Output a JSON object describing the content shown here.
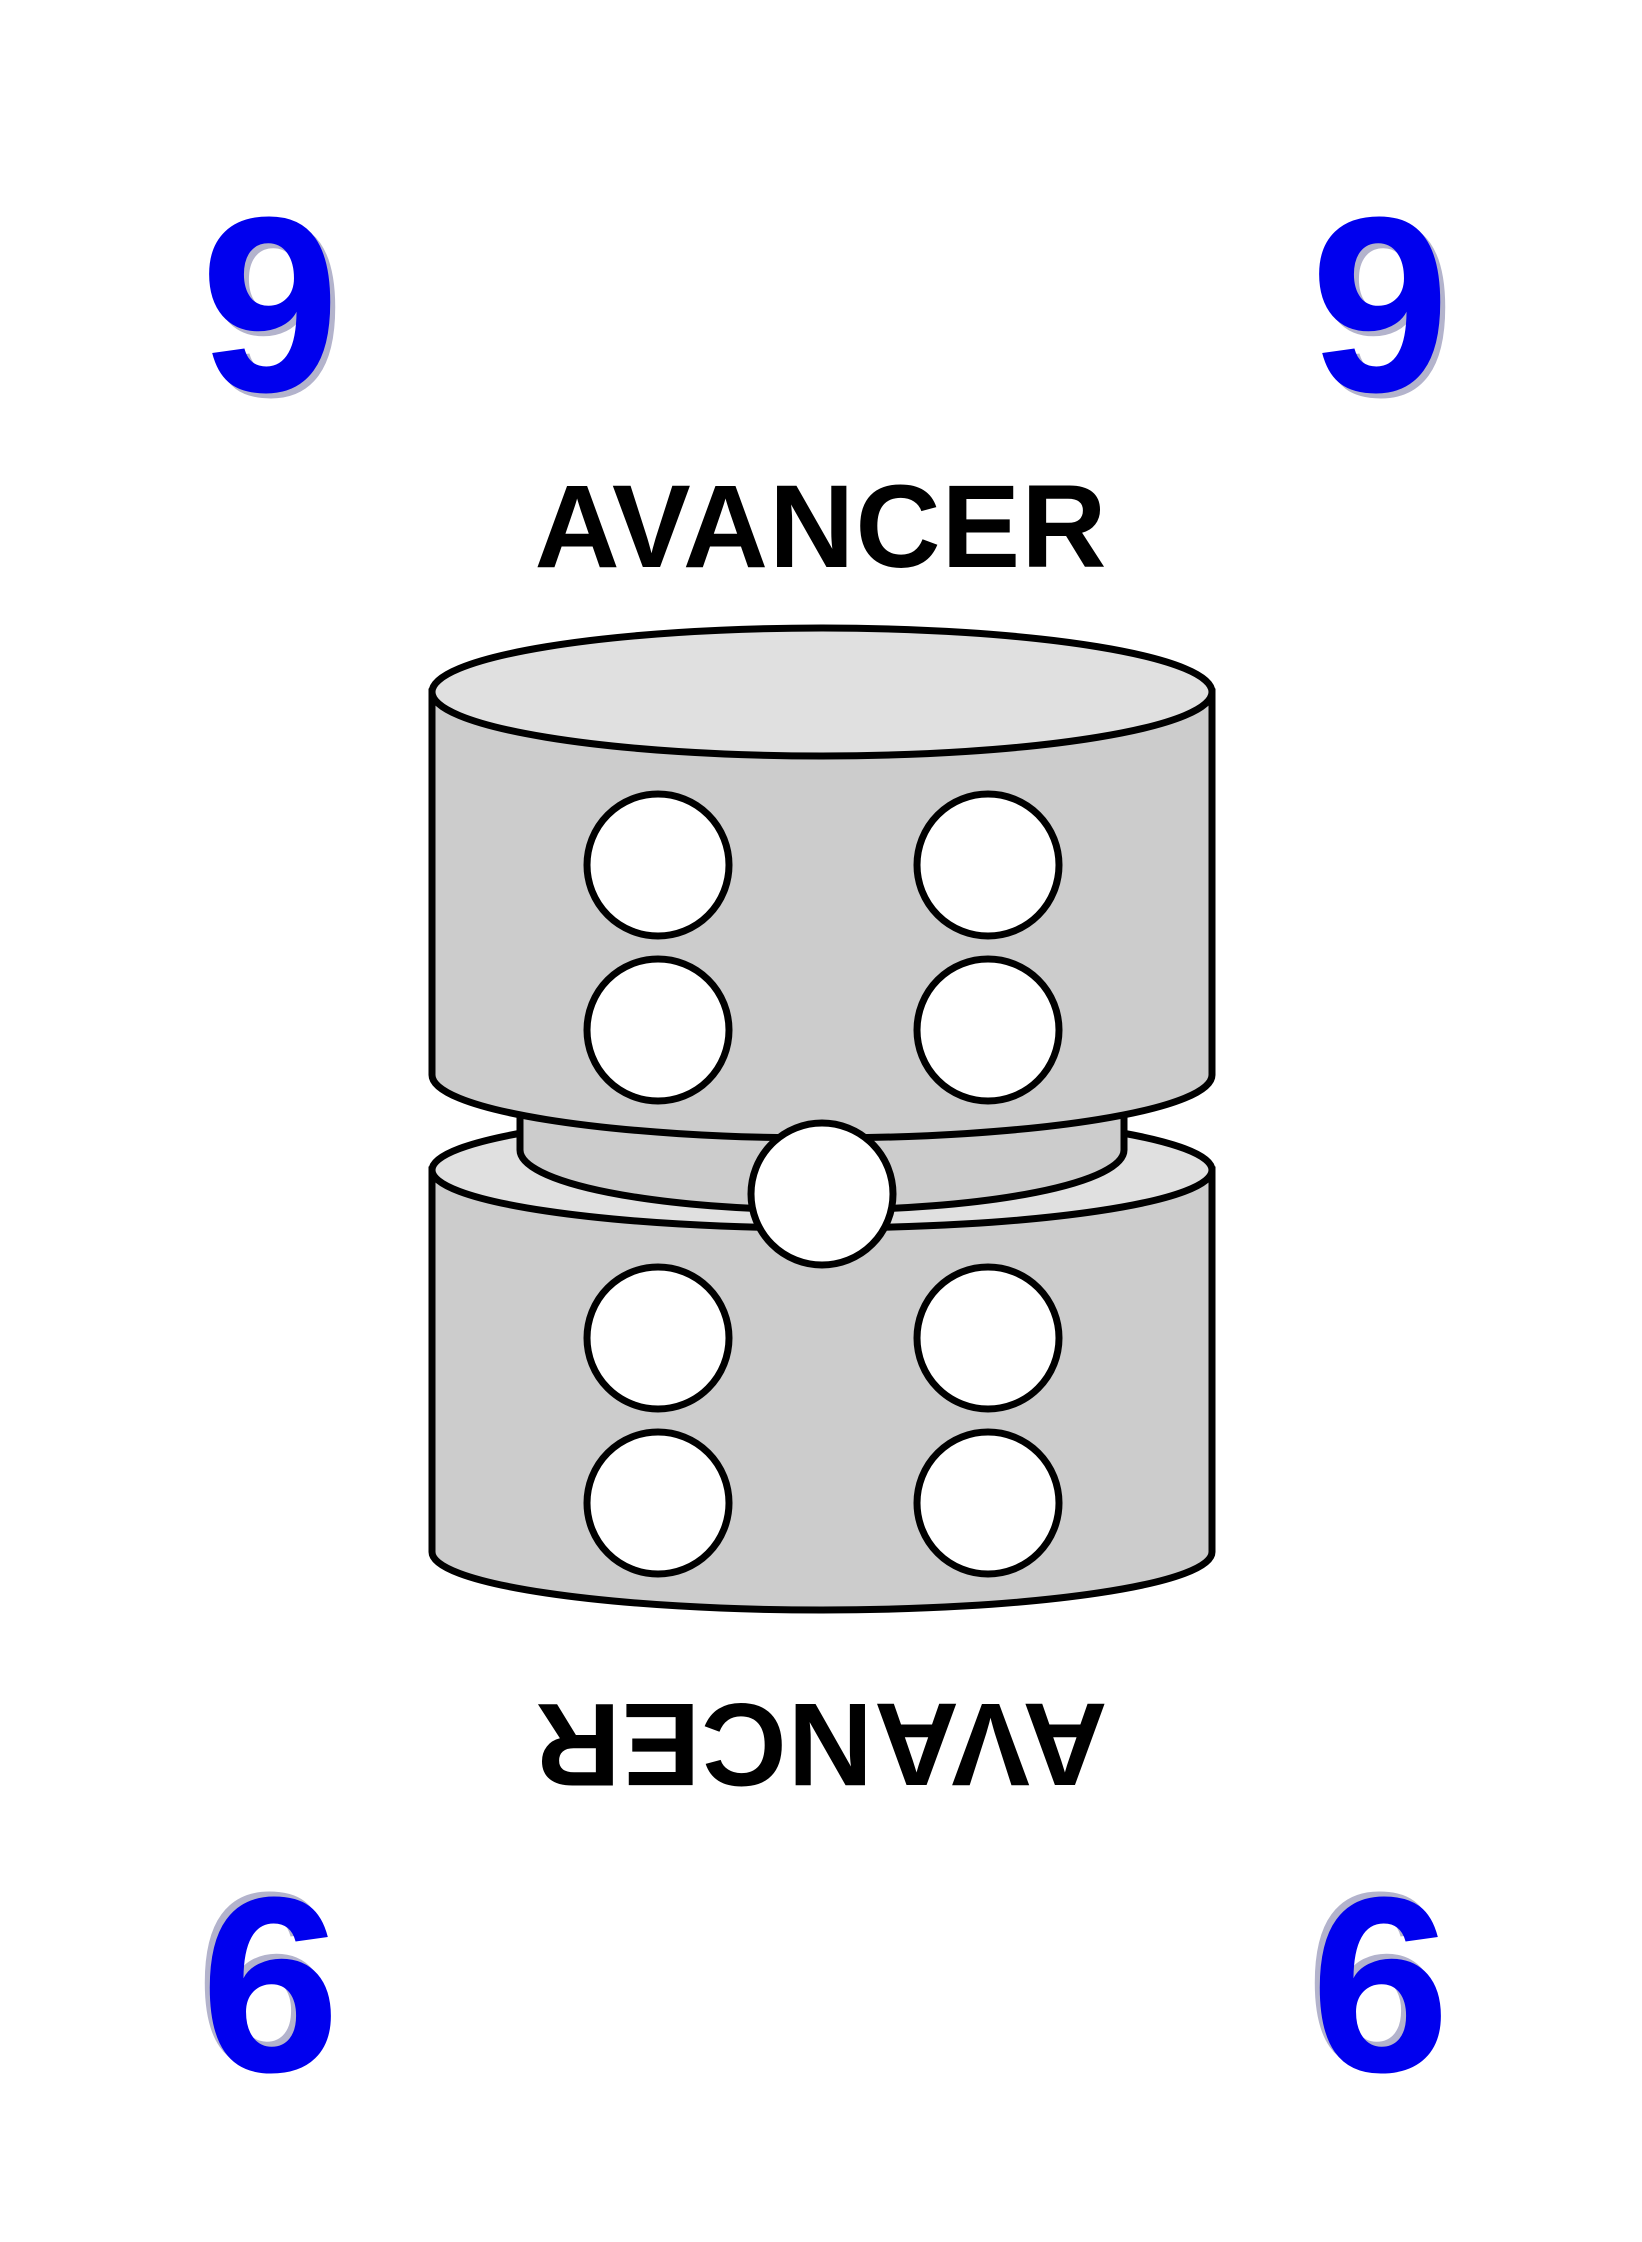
{
  "card": {
    "value_top_left": "9",
    "value_top_right": "9",
    "value_bottom_left": "9",
    "value_bottom_right": "9",
    "action_top": "AVANCER",
    "action_bottom": "AVANCER"
  },
  "dice": {
    "top_die_pips": 4,
    "bottom_die_pips": 4,
    "center_pips": 1
  },
  "colors": {
    "value": "#0000ee",
    "die_body": "#cccccc",
    "die_top": "#e0e0e0",
    "pip": "#ffffff",
    "outline": "#000000"
  },
  "icons": [
    "stacked-dice-icon"
  ]
}
